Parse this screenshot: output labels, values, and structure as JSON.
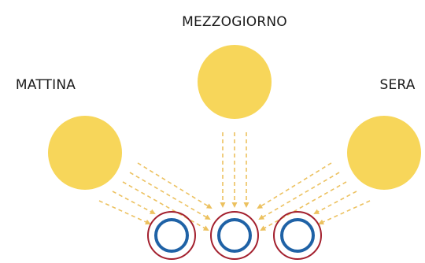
{
  "labels": {
    "morning": "MATTINA",
    "noon": "MEZZOGIORNO",
    "evening": "SERA"
  },
  "colors": {
    "sun": "#f7d65a",
    "ray": "#ecc15f",
    "outer_ring": "#a3202e",
    "inner_ring": "#1f62a6",
    "text": "#1a1a1a",
    "background": "#ffffff"
  },
  "suns": [
    "morning",
    "noon",
    "evening"
  ],
  "targets": [
    "left-target",
    "center-target",
    "right-target"
  ]
}
